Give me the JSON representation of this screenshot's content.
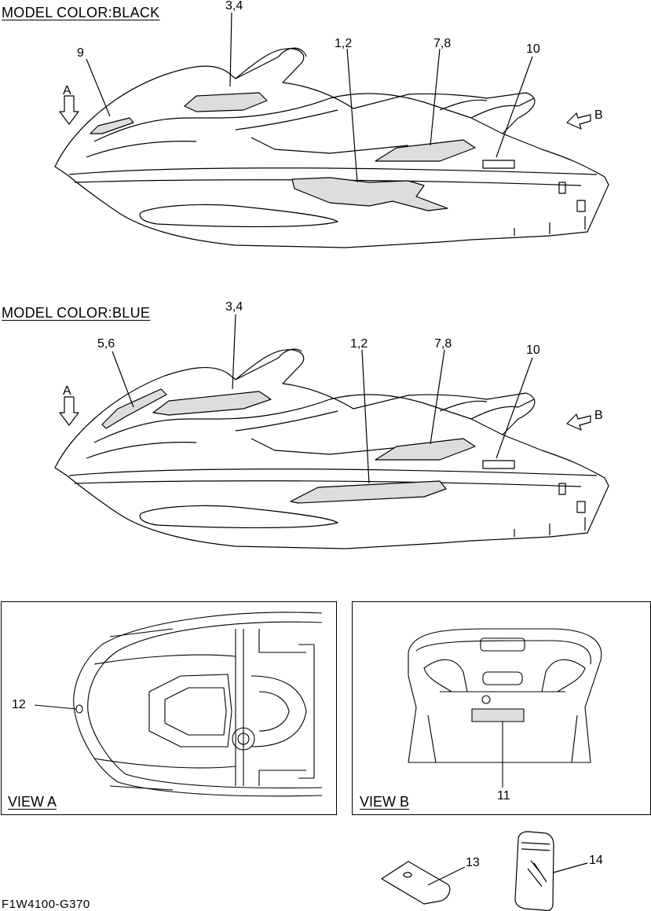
{
  "sections": {
    "black_title": "MODEL COLOR:BLACK",
    "blue_title": "MODEL COLOR:BLUE"
  },
  "black_callouts": {
    "c34": "3,4",
    "c9": "9",
    "c12": "1,2",
    "c78": "7,8",
    "c10": "10",
    "arrowA": "A",
    "arrowB": "B"
  },
  "blue_callouts": {
    "c34": "3,4",
    "c56": "5,6",
    "c12": "1,2",
    "c78": "7,8",
    "c10": "10",
    "arrowA": "A",
    "arrowB": "B"
  },
  "view_a": {
    "label": "VIEW A",
    "callout": "12"
  },
  "view_b": {
    "label": "VIEW B",
    "callout": "11"
  },
  "accessories": {
    "c13": "13",
    "c14": "14"
  },
  "diagram_code": "F1W4100-G370"
}
